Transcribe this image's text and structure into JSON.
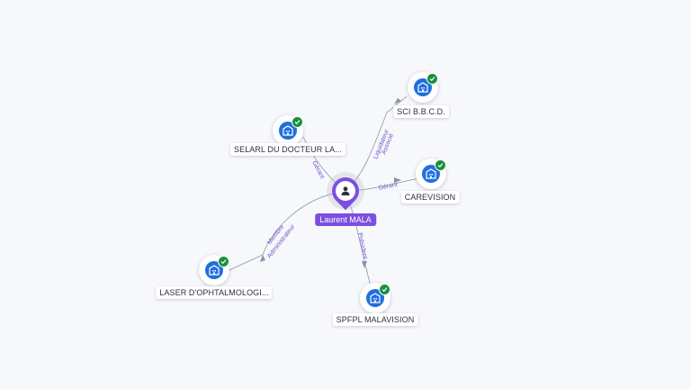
{
  "person": {
    "name": "Laurent MALA",
    "icon": "person-icon",
    "color": "#7b4fe0"
  },
  "companies": [
    {
      "key": "selarl",
      "name": "SELARL DU DOCTEUR LA...",
      "icon": "building-icon",
      "verified": true
    },
    {
      "key": "sci",
      "name": "SCI B.B.C.D.",
      "icon": "building-icon",
      "verified": true
    },
    {
      "key": "carevision",
      "name": "CAREVISION",
      "icon": "building-icon",
      "verified": true
    },
    {
      "key": "laser",
      "name": "LASER D'OPHTALMOLOGI...",
      "icon": "building-icon",
      "verified": true
    },
    {
      "key": "spfpl",
      "name": "SPFPL MALAVISION",
      "icon": "building-icon",
      "verified": true
    }
  ],
  "relations": {
    "selarl": "Gérant",
    "sci_line1": "Liquidateur",
    "sci_line2": "Associé",
    "carevision": "Gérant",
    "laser_line1": "Membre",
    "laser_line2": "Administrateur",
    "spfpl": "Président"
  },
  "colors": {
    "company": "#1f6fe0",
    "verified": "#1a8f3c",
    "relation_text": "#6b58c9"
  }
}
